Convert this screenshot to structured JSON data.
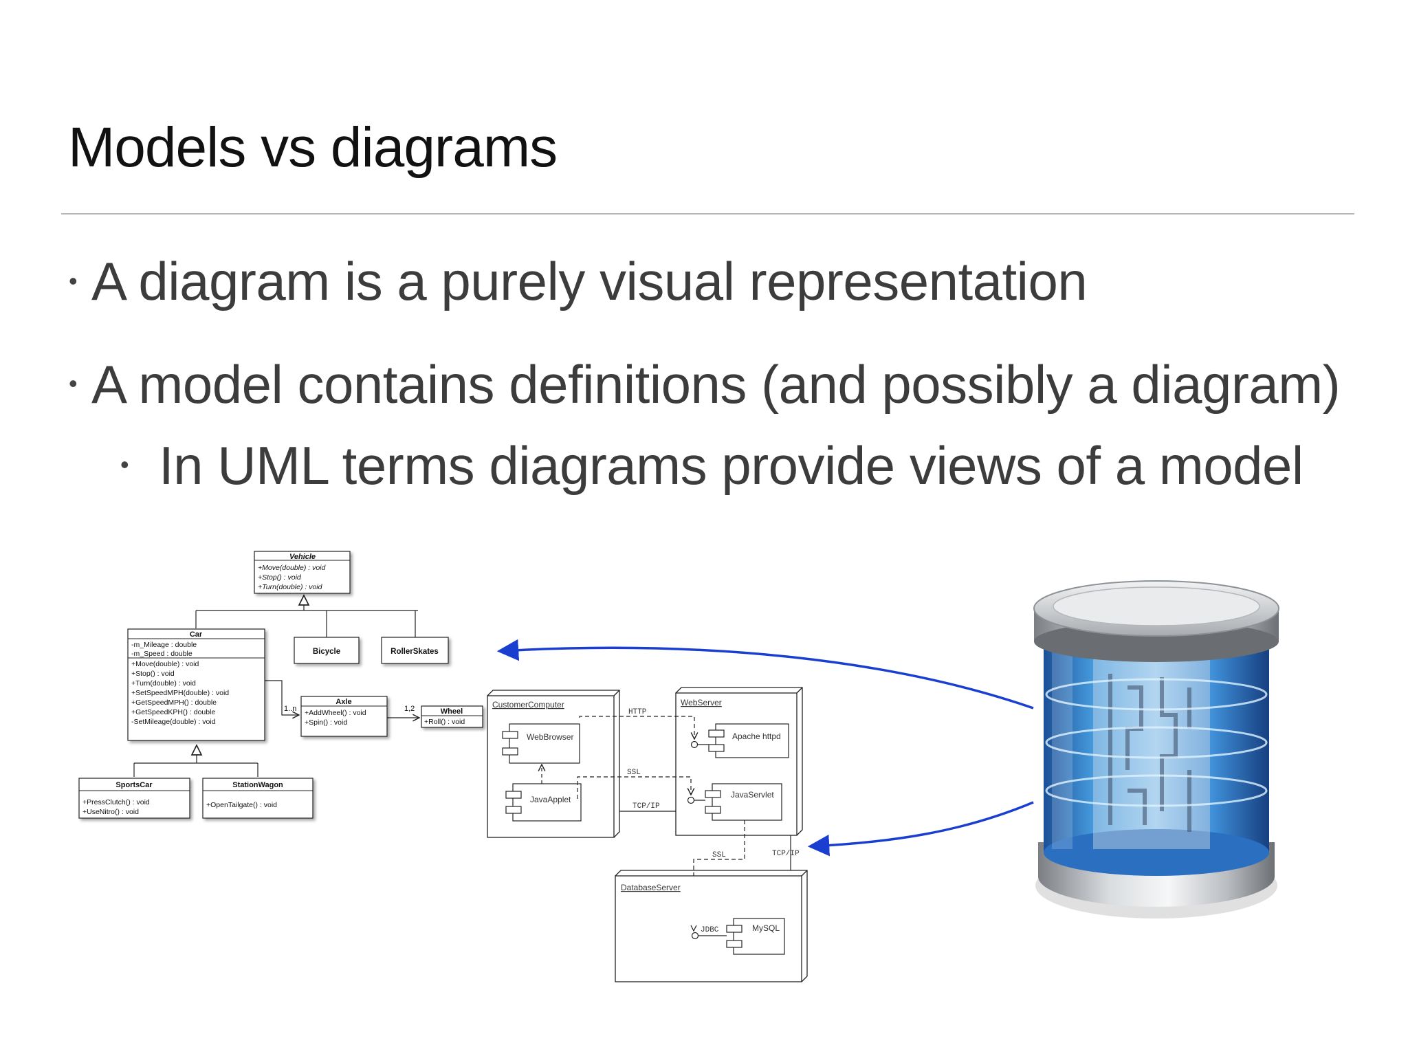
{
  "slide": {
    "title": "Models vs diagrams",
    "bullets": [
      "A diagram is a purely visual representation",
      "A model contains definitions (and possibly a diagram)"
    ],
    "sub_bullet": "In UML terms diagrams provide views of a model"
  },
  "class_diagram": {
    "vehicle": {
      "name": "Vehicle",
      "ops": [
        "+Move(double) : void",
        "+Stop() : void",
        "+Turn(double) : void"
      ]
    },
    "car": {
      "name": "Car",
      "attrs": [
        "-m_Mileage : double",
        "-m_Speed : double"
      ],
      "ops": [
        "+Move(double) : void",
        "+Stop() : void",
        "+Turn(double) : void",
        "+SetSpeedMPH(double) : void",
        "+GetSpeedMPH() : double",
        "+GetSpeedKPH() : double",
        "-SetMileage(double) : void"
      ]
    },
    "bicycle": "Bicycle",
    "rollerskates": "RollerSkates",
    "axle": {
      "name": "Axle",
      "ops": [
        "+AddWheel() : void",
        "+Spin() : void"
      ]
    },
    "wheel": {
      "name": "Wheel",
      "ops": [
        "+Roll() : void"
      ]
    },
    "sportscar": {
      "name": "SportsCar",
      "ops": [
        "+PressClutch() : void",
        "+UseNitro() : void"
      ]
    },
    "stationwagon": {
      "name": "StationWagon",
      "ops": [
        "+OpenTailgate() : void"
      ]
    },
    "mult_car_axle": "1..n",
    "mult_axle_wheel": "1,2"
  },
  "deployment_diagram": {
    "customer_computer": "CustomerComputer",
    "web_browser": "WebBrowser",
    "java_applet": "JavaApplet",
    "web_server": "WebServer",
    "apache": "Apache httpd",
    "java_servlet": "JavaServlet",
    "database_server": "DatabaseServer",
    "mysql": "MySQL",
    "http": "HTTP",
    "ssl1": "SSL",
    "tcpip1": "TCP/IP",
    "ssl2": "SSL",
    "tcpip2": "TCP/IP",
    "jdbc": "JDBC"
  },
  "colors": {
    "arrow": "#1a3fd0",
    "text": "#3c3c3c"
  },
  "icons": [
    "database-cylinder-icon"
  ]
}
